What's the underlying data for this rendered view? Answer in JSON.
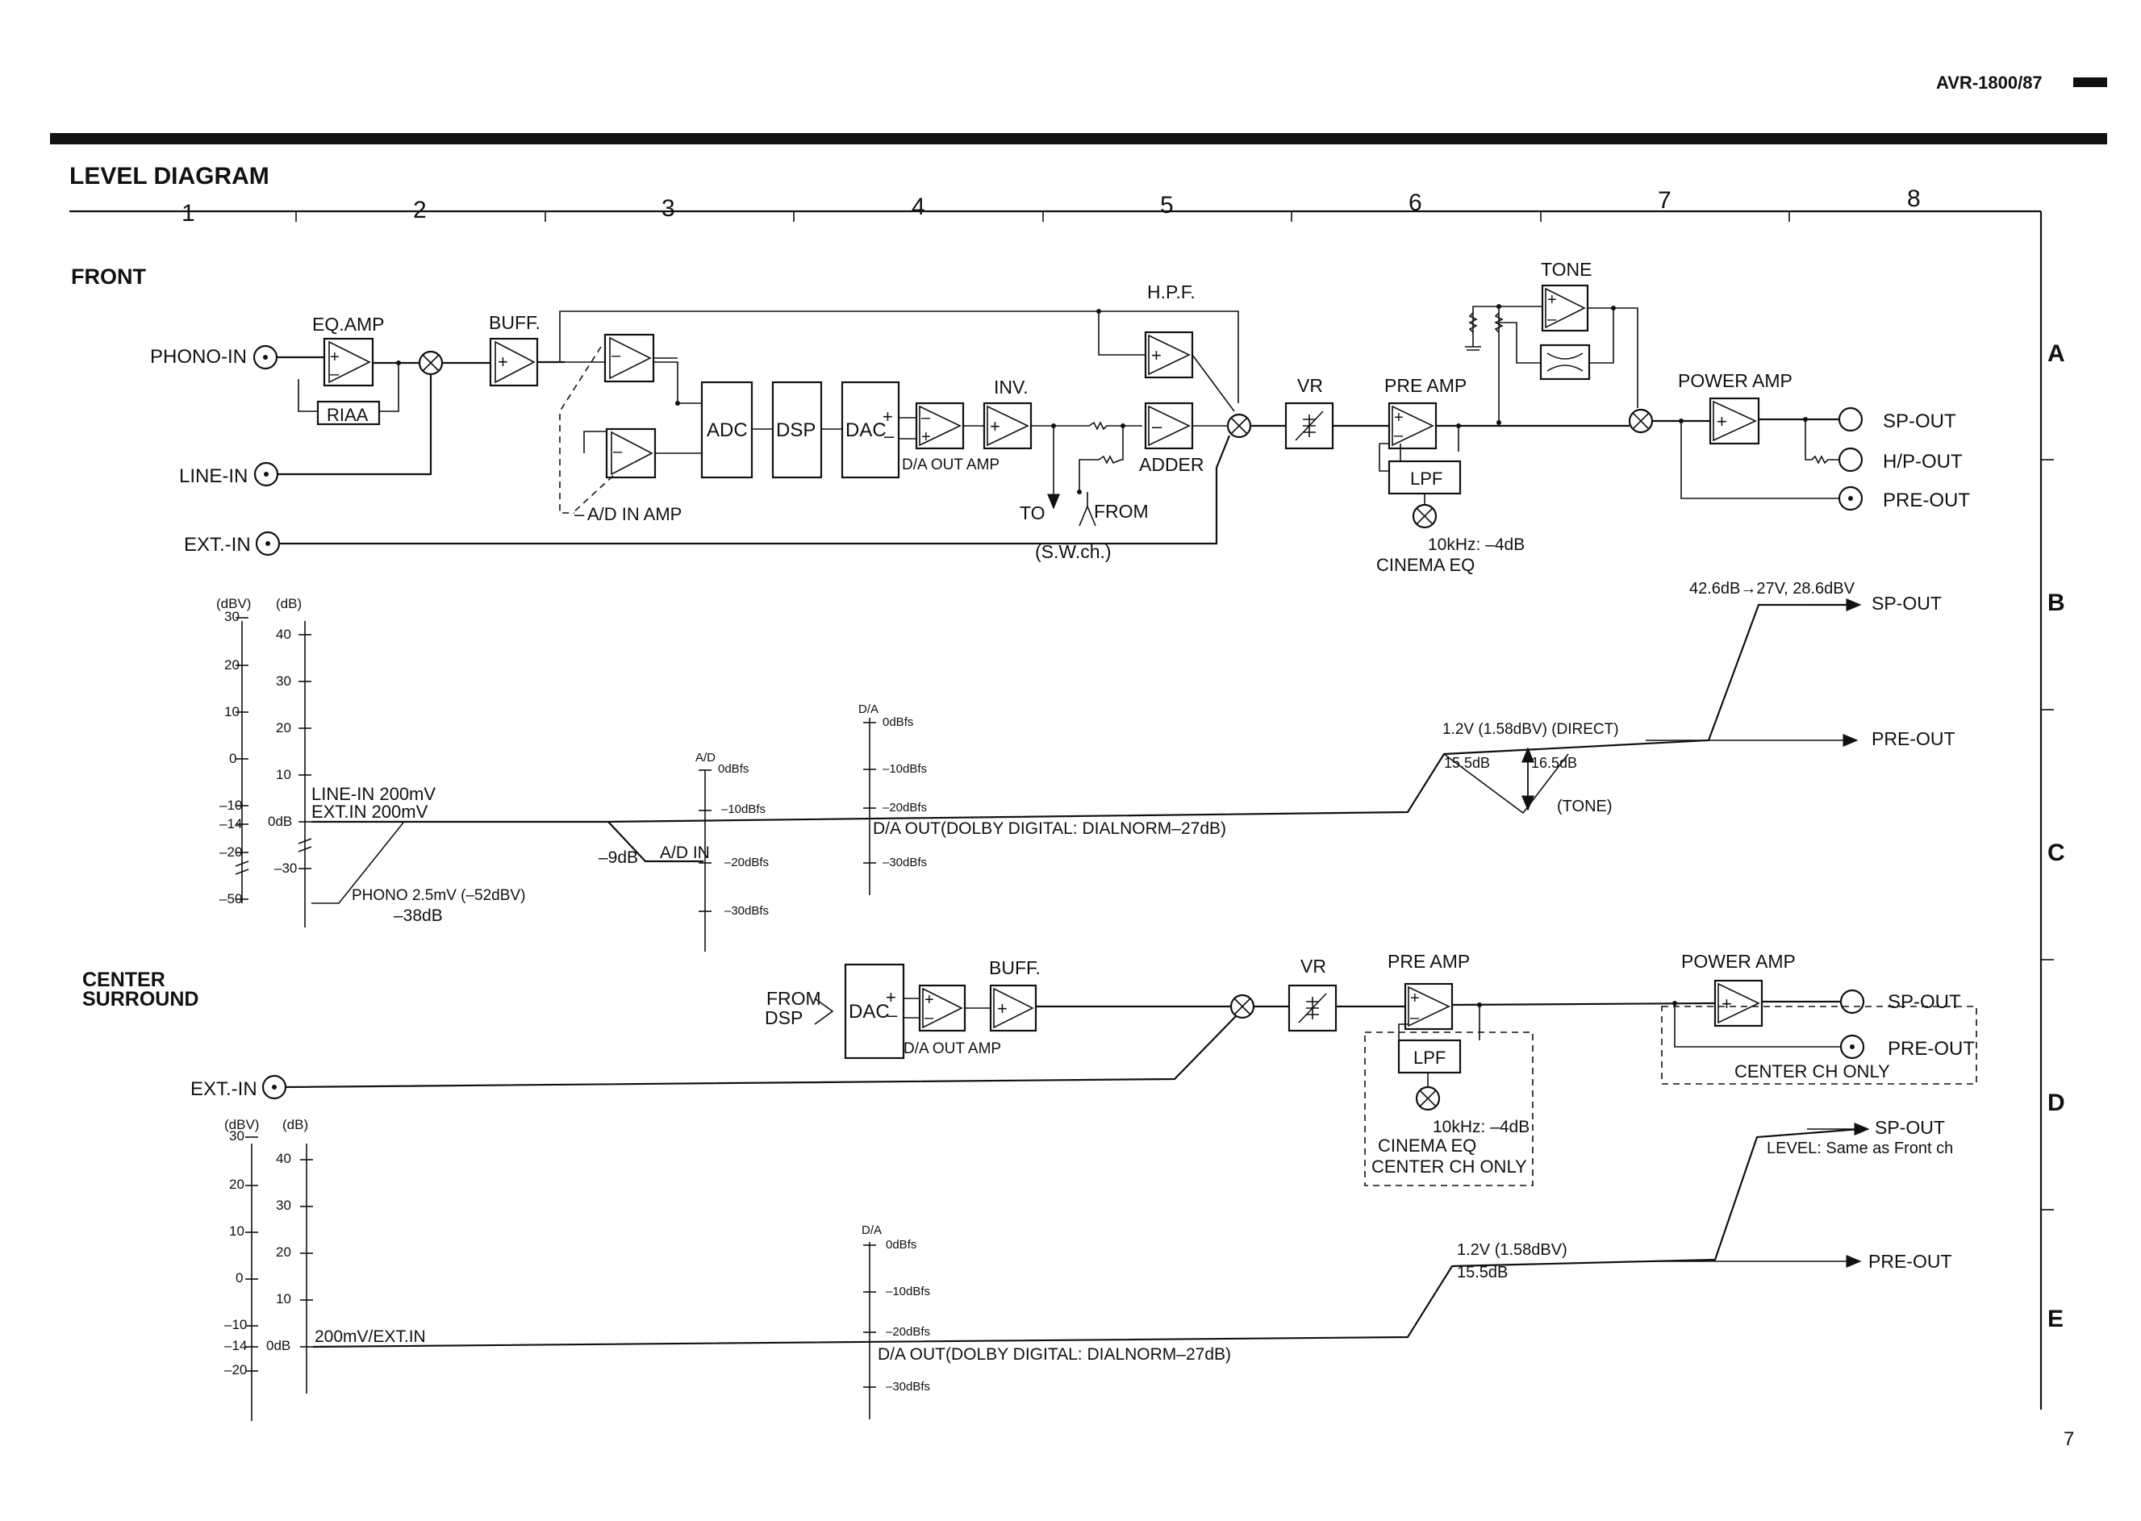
{
  "header": {
    "model": "AVR-1800/87",
    "title": "LEVEL DIAGRAM",
    "page_number": "7"
  },
  "grid": {
    "columns": [
      "1",
      "2",
      "3",
      "4",
      "5",
      "6",
      "7",
      "8"
    ],
    "rows": [
      "A",
      "B",
      "C",
      "D",
      "E"
    ]
  },
  "front": {
    "section_label": "FRONT",
    "inputs": {
      "phono": "PHONO-IN",
      "line": "LINE-IN",
      "ext": "EXT.-IN"
    },
    "blocks": {
      "eq_amp": "EQ.AMP",
      "riaa": "RIAA",
      "buff": "BUFF.",
      "adc": "ADC",
      "dsp": "DSP",
      "dac": "DAC",
      "da_out_amp": "D/A OUT AMP",
      "inv": "INV.",
      "hpf": "H.P.F.",
      "adder": "ADDER",
      "ad_in_amp": "A/D IN AMP",
      "to": "TO",
      "from": "FROM",
      "swch": "(S.W.ch.)",
      "vr": "VR",
      "pre_amp": "PRE AMP",
      "lpf": "LPF",
      "tone": "TONE",
      "power_amp": "POWER AMP",
      "cinema_eq_value": "10kHz: –4dB",
      "cinema_eq": "CINEMA EQ"
    },
    "outputs": {
      "sp": "SP-OUT",
      "hp": "H/P-OUT",
      "pre": "PRE-OUT"
    },
    "level": {
      "dbv_unit": "(dBV)",
      "db_unit": "(dB)",
      "dbv_ticks": [
        "30",
        "20",
        "10",
        "0",
        "–10",
        "–14",
        "–20",
        "–50"
      ],
      "db_ticks": [
        "40",
        "30",
        "20",
        "10",
        "0dB",
        "–30"
      ],
      "line_in": "LINE-IN  200mV",
      "ext_in": "EXT.IN  200mV",
      "phono": "PHONO  2.5mV (–52dBV)",
      "phono_gain": "–38dB",
      "minus9": "–9dB",
      "ad_in": "A/D IN",
      "ad_axis": {
        "label": "A/D",
        "ticks": [
          "0dBfs",
          "–10dBfs",
          "–20dBfs",
          "–30dBfs"
        ]
      },
      "da_axis": {
        "label": "D/A",
        "ticks": [
          "0dBfs",
          "–10dBfs",
          "–20dBfs",
          "–30dBfs"
        ]
      },
      "da_out": "D/A OUT(DOLBY DIGITAL: DIALNORM–27dB)",
      "direct": "1.2V (1.58dBV) (DIRECT)",
      "g155": "15.5dB",
      "g165": "16.5dB",
      "tone": "(TONE)",
      "sp_level": "42.6dB→27V, 28.6dBV",
      "sp_out": "SP-OUT",
      "pre_out": "PRE-OUT"
    }
  },
  "center": {
    "section_label_1": "CENTER",
    "section_label_2": "SURROUND",
    "input": "EXT.-IN",
    "blocks": {
      "from": "FROM",
      "dsp": "DSP",
      "dac": "DAC",
      "da_out_amp": "D/A OUT AMP",
      "buff": "BUFF.",
      "vr": "VR",
      "pre_amp": "PRE AMP",
      "lpf": "LPF",
      "power_amp": "POWER AMP",
      "cinema_eq_value": "10kHz: –4dB",
      "cinema_eq": "CINEMA EQ",
      "center_only": "CENTER CH ONLY",
      "center_only_out": "CENTER CH ONLY"
    },
    "outputs": {
      "sp": "SP-OUT",
      "pre": "PRE-OUT"
    },
    "level": {
      "dbv_unit": "(dBV)",
      "db_unit": "(dB)",
      "dbv_ticks": [
        "30",
        "20",
        "10",
        "0",
        "–10",
        "–14",
        "–20"
      ],
      "db_ticks": [
        "40",
        "30",
        "20",
        "10",
        "0dB"
      ],
      "ext_in": "200mV/EXT.IN",
      "da_axis": {
        "label": "D/A",
        "ticks": [
          "0dBfs",
          "–10dBfs",
          "–20dBfs",
          "–30dBfs"
        ]
      },
      "da_out": "D/A OUT(DOLBY DIGITAL: DIALNORM–27dB)",
      "v12": "1.2V (1.58dBV)",
      "g155": "15.5dB",
      "sp_out": "SP-OUT",
      "sp_note": "LEVEL:  Same as Front ch",
      "pre_out": "PRE-OUT"
    }
  }
}
